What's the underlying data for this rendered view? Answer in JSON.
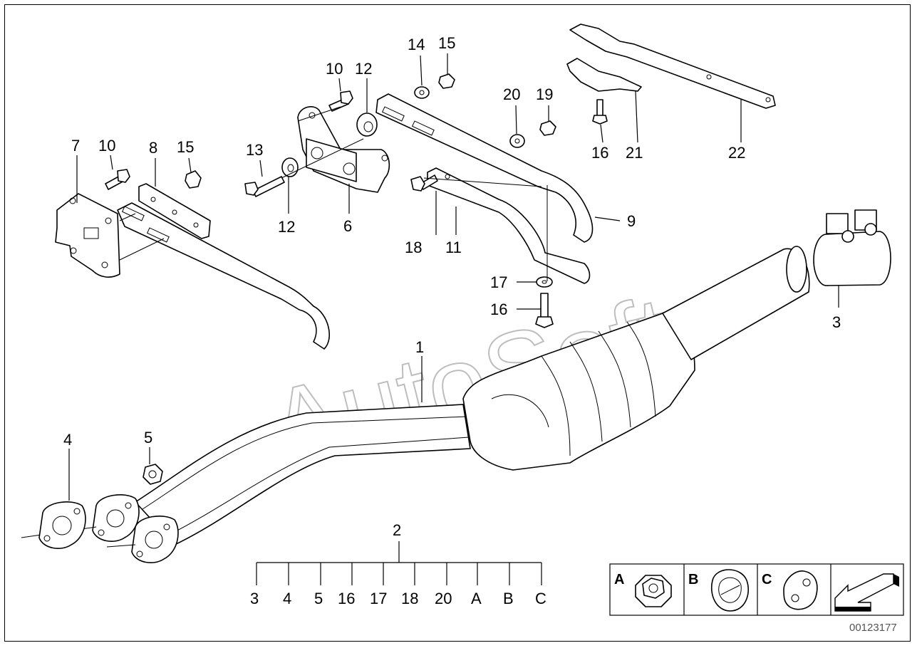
{
  "diagram_code": "00123177",
  "watermark": "AutoSoft",
  "callouts": {
    "c1": "1",
    "c2": "2",
    "c3": "3",
    "c4": "4",
    "c5": "5",
    "c6": "6",
    "c7": "7",
    "c8": "8",
    "c9": "9",
    "c10a": "10",
    "c10b": "10",
    "c11": "11",
    "c12a": "12",
    "c12b": "12",
    "c13": "13",
    "c14": "14",
    "c15a": "15",
    "c15b": "15",
    "c16a": "16",
    "c16b": "16",
    "c17": "17",
    "c18": "18",
    "c19": "19",
    "c20": "20",
    "c21": "21",
    "c22": "22"
  },
  "kit_items": [
    "3",
    "4",
    "5",
    "16",
    "17",
    "18",
    "20",
    "A",
    "B",
    "C"
  ],
  "legend": {
    "a_label": "A",
    "a_icon": "hex-flange-nut-icon",
    "b_label": "B",
    "b_icon": "rubber-mount-icon",
    "c_label": "C",
    "c_icon": "rubber-hanger-icon",
    "arrow_icon": "direction-arrow-icon"
  }
}
